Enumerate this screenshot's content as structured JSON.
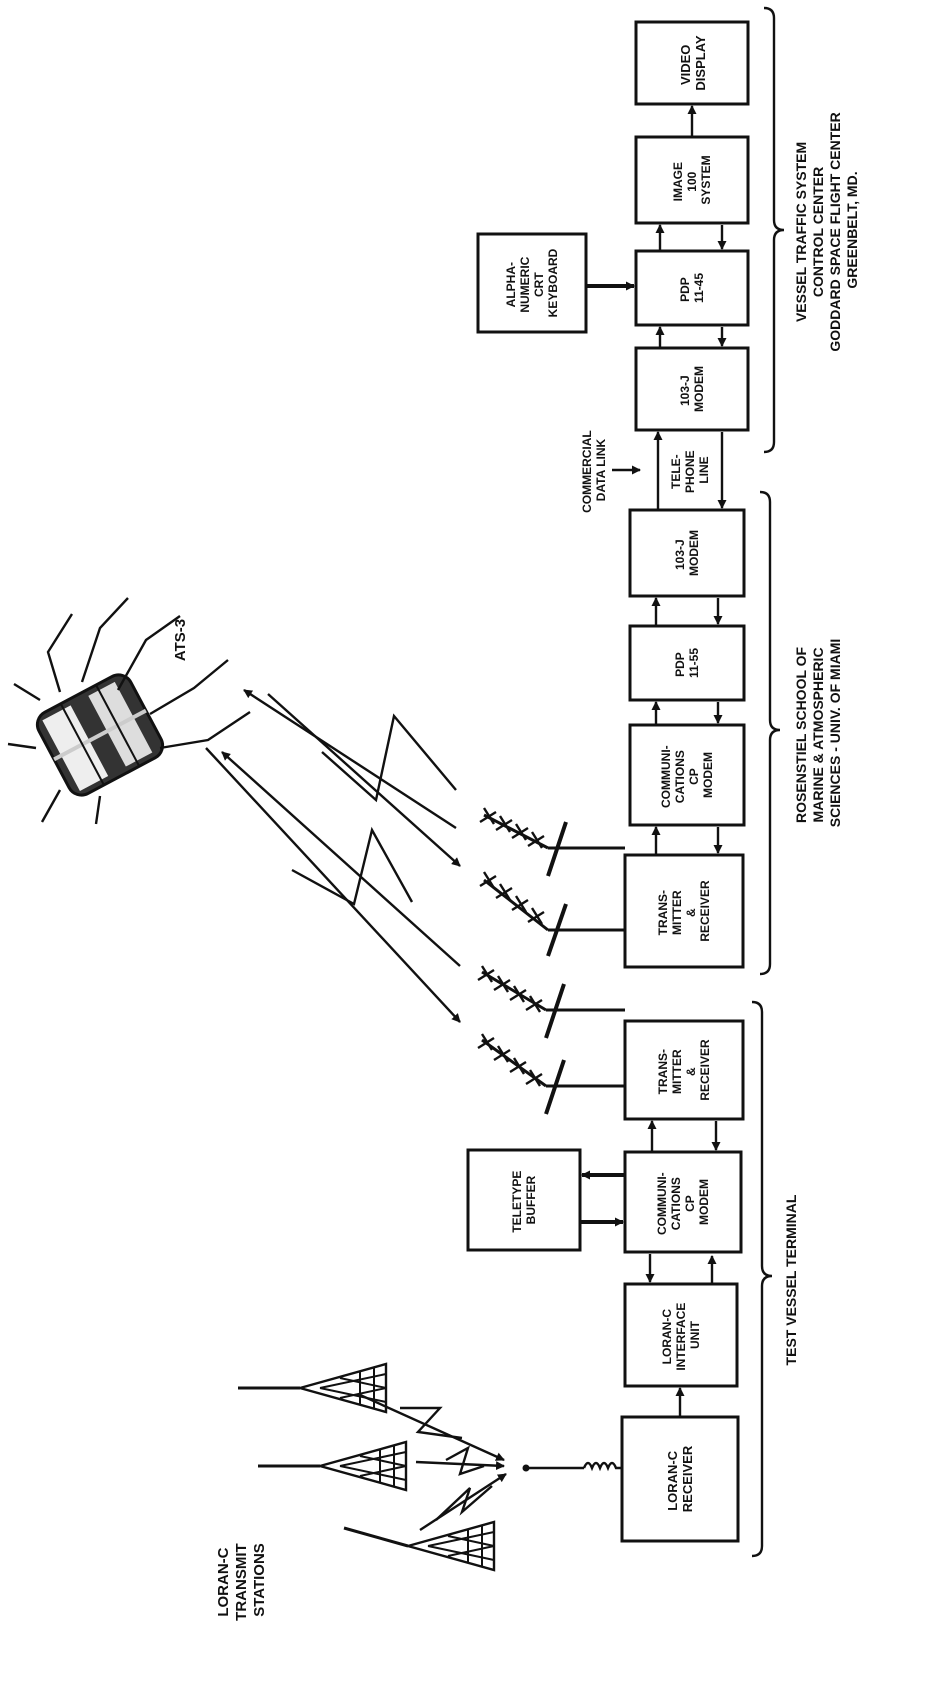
{
  "diagram": {
    "boxes": {
      "video_display": [
        "VIDEO",
        "DISPLAY"
      ],
      "image100": [
        "IMAGE",
        "100",
        "SYSTEM"
      ],
      "alphanumeric": [
        "ALPHA-",
        "NUMERIC",
        "CRT",
        "KEYBOARD"
      ],
      "pdp1145": [
        "PDP",
        "11-45"
      ],
      "modem_vtc": [
        "103-J",
        "MODEM"
      ],
      "modem_rs": [
        "103-J",
        "MODEM"
      ],
      "pdp1155": [
        "PDP",
        "11-55"
      ],
      "comm_rs": [
        "COMMUNI-",
        "CATIONS",
        "CP",
        "MODEM"
      ],
      "txrx_rs": [
        "TRANS-",
        "MITTER",
        "&",
        "RECEIVER"
      ],
      "txrx_tv": [
        "TRANS-",
        "MITTER",
        "&",
        "RECEIVER"
      ],
      "comm_tv": [
        "COMMUNI-",
        "CATIONS",
        "CP",
        "MODEM"
      ],
      "teletype": [
        "TELETYPE",
        "BUFFER"
      ],
      "loran_iface": [
        "LORAN-C",
        "INTERFACE",
        "UNIT"
      ],
      "loran_rx": [
        "LORAN-C",
        "RECEIVER"
      ]
    },
    "telephone_line": [
      "TELE-",
      "PHONE",
      "LINE"
    ],
    "commercial_data_link": [
      "COMMERCIAL",
      "DATA LINK"
    ],
    "satellite_label": "ATS-3",
    "loran_stations": [
      "LORAN-C",
      "TRANSMIT",
      "STATIONS"
    ],
    "group_labels": {
      "vessel_traffic": [
        "VESSEL TRAFFIC SYSTEM",
        "CONTROL CENTER",
        "GODDARD SPACE FLIGHT CENTER",
        "GREENBELT, MD."
      ],
      "rosenstiel": [
        "ROSENSTIEL SCHOOL OF",
        "MARINE & ATMOSPHERIC",
        "SCIENCES - UNIV. OF MIAMI"
      ],
      "test_vessel": [
        "TEST VESSEL TERMINAL"
      ]
    }
  }
}
